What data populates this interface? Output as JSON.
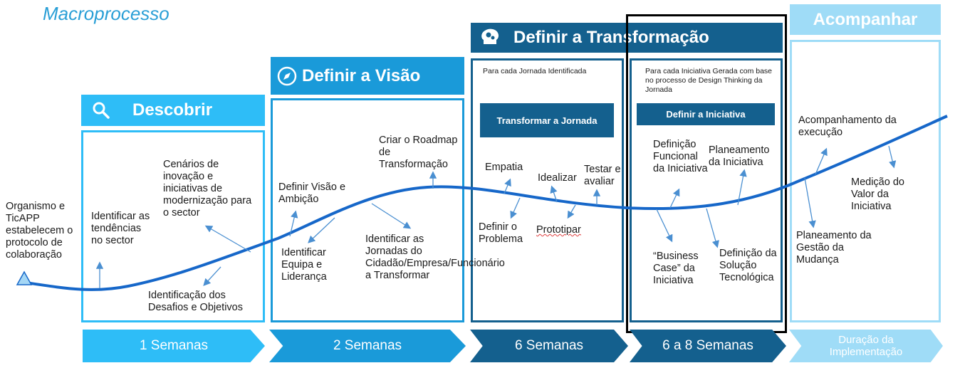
{
  "title": "Macroprocesso",
  "phases": [
    {
      "id": "descobrir",
      "header": "Descobrir",
      "icon": "search-icon",
      "duration": "1 Semanas",
      "color": "#2ebdf7"
    },
    {
      "id": "visao",
      "header": "Definir a Visão",
      "icon": "compass-icon",
      "duration": "2 Semanas",
      "color": "#1a9ad9"
    },
    {
      "id": "transformacao",
      "header": "Definir a Transformação",
      "icon": "brain-gears-icon",
      "duration": "6 Semanas",
      "color": "#14608e"
    },
    {
      "id": "iniciativa",
      "duration": "6 a 8 Semanas",
      "color": "#14608e"
    },
    {
      "id": "acompanhar",
      "header": "Acompanhar",
      "duration": "Duração da Implementação",
      "color": "#9fdcf7"
    }
  ],
  "start_label": "Organismo e TicAPP estabelecem o protocolo de colaboração",
  "descobrir_items": {
    "identificar_tendencias": "Identificar as tendências no sector",
    "cenarios": "Cenários de inovação e iniciativas de modernização para o sector",
    "desafios": "Identificação dos Desafios e Objetivos"
  },
  "visao_items": {
    "definir_visao": "Definir Visão e Ambição",
    "identificar_equipa": "Identificar Equipa e Liderança",
    "roadmap": "Criar o Roadmap de Transformação",
    "jornadas": "Identificar as Jornadas do Cidadão/Empresa/Funcionário a Transformar"
  },
  "transformacao": {
    "note": "Para cada Jornada Identificada",
    "sub_header": "Transformar a Jornada",
    "empatia": "Empatia",
    "definir_problema": "Definir o Problema",
    "idealizar": "Idealizar",
    "prototipar": "Prototipar",
    "testar": "Testar e avaliar"
  },
  "iniciativa": {
    "note": "Para cada Iniciativa Gerada com base no processo de Design Thinking da Jornada",
    "sub_header": "Definir a Iniciativa",
    "definicao_funcional": "Definição Funcional da Iniciativa",
    "planeamento": "Planeamento da Iniciativa",
    "business_case": "“Business Case” da Iniciativa",
    "solucao_tecnologica": "Definição da Solução Tecnológica"
  },
  "acompanhar_items": {
    "acompanhamento": "Acompanhamento da execução",
    "medicao": "Medição do Valor da Iniciativa",
    "gestao_mudanca": "Planeamento da Gestão da Mudança"
  }
}
